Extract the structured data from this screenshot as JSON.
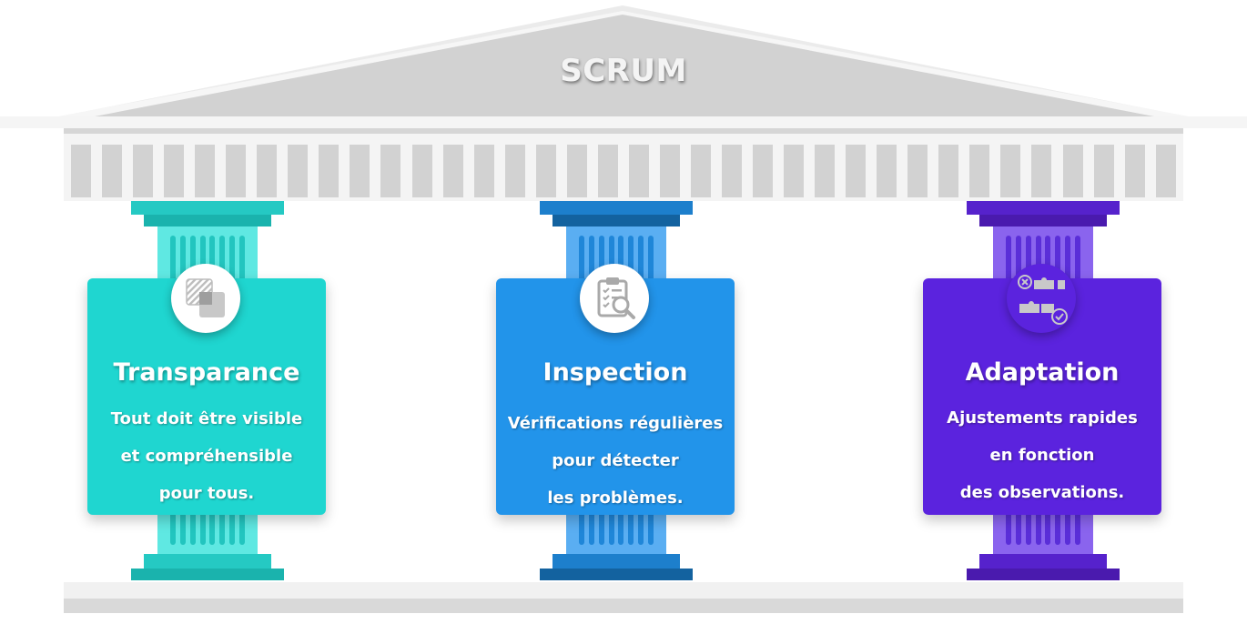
{
  "title": "SCRUM",
  "pillars": [
    {
      "title": "Transparance",
      "lines": [
        "Tout doit être visible",
        "et compréhensible",
        "pour tous."
      ],
      "icon": "overlapping-squares-icon",
      "colors": {
        "card": "#1fd6d0",
        "shaft": "#5fe8e2",
        "flute": "#22c5bf",
        "capital": "#1ab3ad",
        "capital_light": "#25c9c3"
      }
    },
    {
      "title": "Inspection",
      "lines": [
        "Vérifications régulières",
        "pour détecter",
        "les problèmes."
      ],
      "icon": "clipboard-magnifier-icon",
      "colors": {
        "card": "#2294ea",
        "shaft": "#5aaef2",
        "flute": "#1f86d8",
        "capital": "#13629f",
        "capital_light": "#1d7fcc"
      }
    },
    {
      "title": "Adaptation",
      "lines": [
        "Ajustements rapides",
        "en fonction",
        "des observations."
      ],
      "icon": "puzzle-pieces-icon",
      "colors": {
        "card": "#5b23de",
        "shaft": "#8a64ee",
        "flute": "#5a2ed8",
        "capital": "#4a1aae",
        "capital_light": "#5622cc"
      }
    }
  ]
}
